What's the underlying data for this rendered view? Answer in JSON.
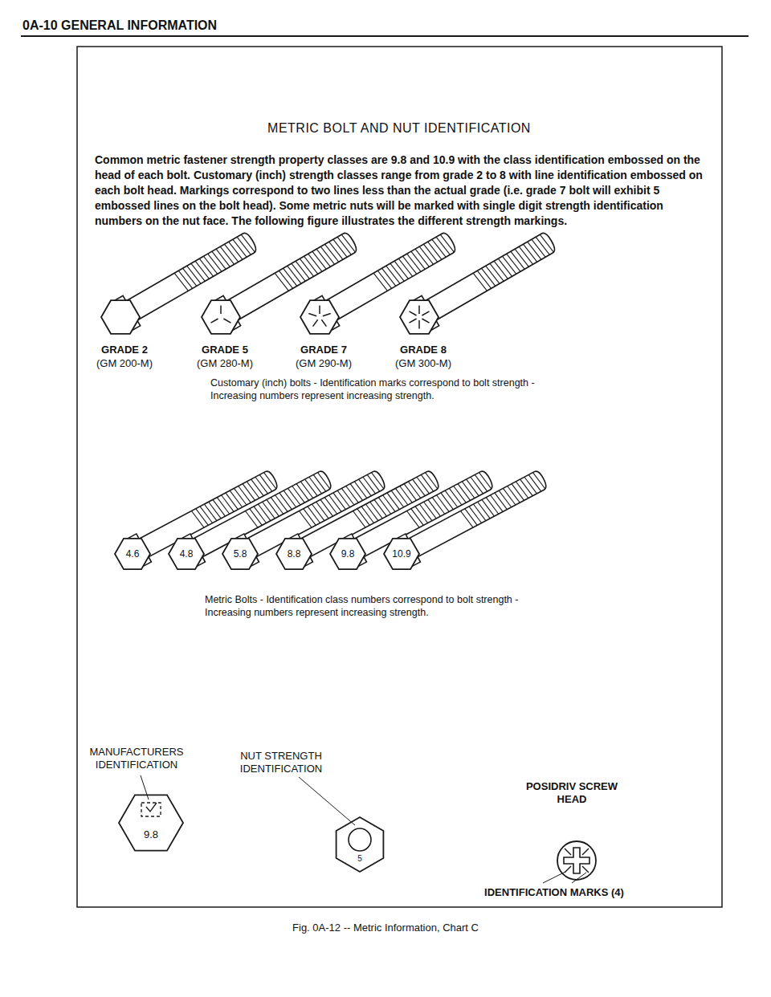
{
  "diagram": {
    "title": "METRIC BOLT AND NUT IDENTIFICATION",
    "caption": "Fig. 0A-12 -- Metric Information, Chart C",
    "labels": [
      "0A-10 GENERAL INFORMATION",
      "Common metric fastener strength property classes are 9.8 and 10.9 with the class identification embossed on the head of each bolt. Customary (inch) strength classes range from grade 2 to 8 with line identification embossed on each bolt head. Markings correspond to two lines less than the actual grade (i.e. grade 7 bolt will exhibit 5 embossed lines on the bolt head). Some metric nuts will be marked with single digit strength identification numbers on the nut face. The following figure illustrates the different strength markings.",
      "GRADE 2",
      "(GM 200-M)",
      "GRADE 5",
      "(GM 280-M)",
      "GRADE 7",
      "(GM 290-M)",
      "GRADE 8",
      "(GM 300-M)",
      "Customary (inch) bolts - Identification marks correspond to bolt strength - Increasing numbers represent increasing strength.",
      "4.6",
      "4.8",
      "5.8",
      "8.8",
      "9.8",
      "10.9",
      "Metric Bolts - Identification class numbers correspond to bolt strength - Increasing numbers represent increasing strength.",
      "MANUFACTURERS IDENTIFICATION",
      "9.8",
      "NUT STRENGTH IDENTIFICATION",
      "5",
      "POSIDRIV SCREW HEAD",
      "IDENTIFICATION MARKS (4)"
    ]
  }
}
